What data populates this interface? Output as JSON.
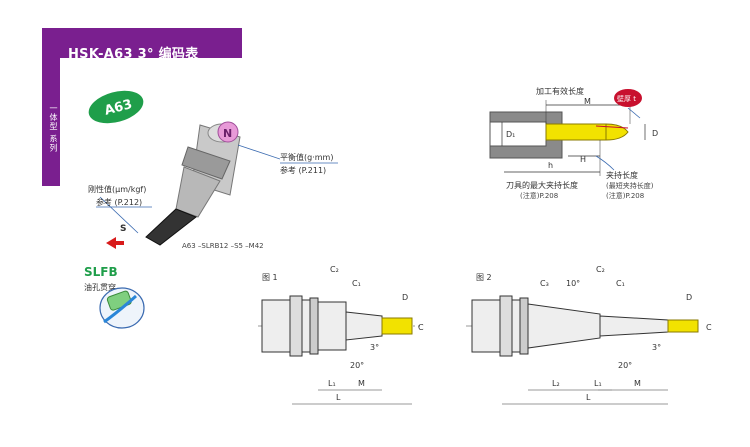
{
  "header": {
    "title": "HSK-A63  3° 编码表",
    "side_label": "一体型 系列"
  },
  "tool_view": {
    "badge": "A63",
    "marker": "N",
    "balance_label": "平衡值(g·mm)",
    "balance_ref": "参考 (P.211)",
    "rigidity_label": "刚性值(μm/kgf)",
    "rigidity_ref": "参考 (P.212)",
    "part_code": "A63 –SLRB12 –S5 –M42",
    "arrow_label": "S"
  },
  "coolant": {
    "badge": "SLFB",
    "text": "油孔贯穿"
  },
  "holder_detail": {
    "effective_length": "加工有效长度",
    "M": "M",
    "wall_badge": "壁厚 t",
    "D1": "D₁",
    "D": "D",
    "H": "H",
    "h": "h",
    "clamp_length": "夹持长度",
    "shortest_clamp": "(最短夹持长度)",
    "note_ref_1": "(注意)P.208",
    "max_clamp": "刀具的最大夹持长度",
    "note_ref_2": "(注意)P.208"
  },
  "fig1": {
    "title": "图 1",
    "C2": "C₂",
    "C1": "C₁",
    "D": "D",
    "C": "C",
    "angle3": "3°",
    "angle20": "20°",
    "L1": "L₁",
    "M": "M",
    "L": "L"
  },
  "fig2": {
    "title": "图 2",
    "C3": "C₃",
    "angle10": "10°",
    "C2": "C₂",
    "C1": "C₁",
    "D": "D",
    "C": "C",
    "angle3": "3°",
    "angle20": "20°",
    "L2": "L₂",
    "L1": "L₁",
    "M": "M",
    "L": "L"
  },
  "colors": {
    "brand_purple": "#7a1f8f",
    "badge_green": "#1f9e4a",
    "marker_pink": "#e89ad8",
    "wall_red": "#c8102e",
    "tool_yellow": "#f2e200",
    "dim_blue": "#3a6ab0"
  }
}
